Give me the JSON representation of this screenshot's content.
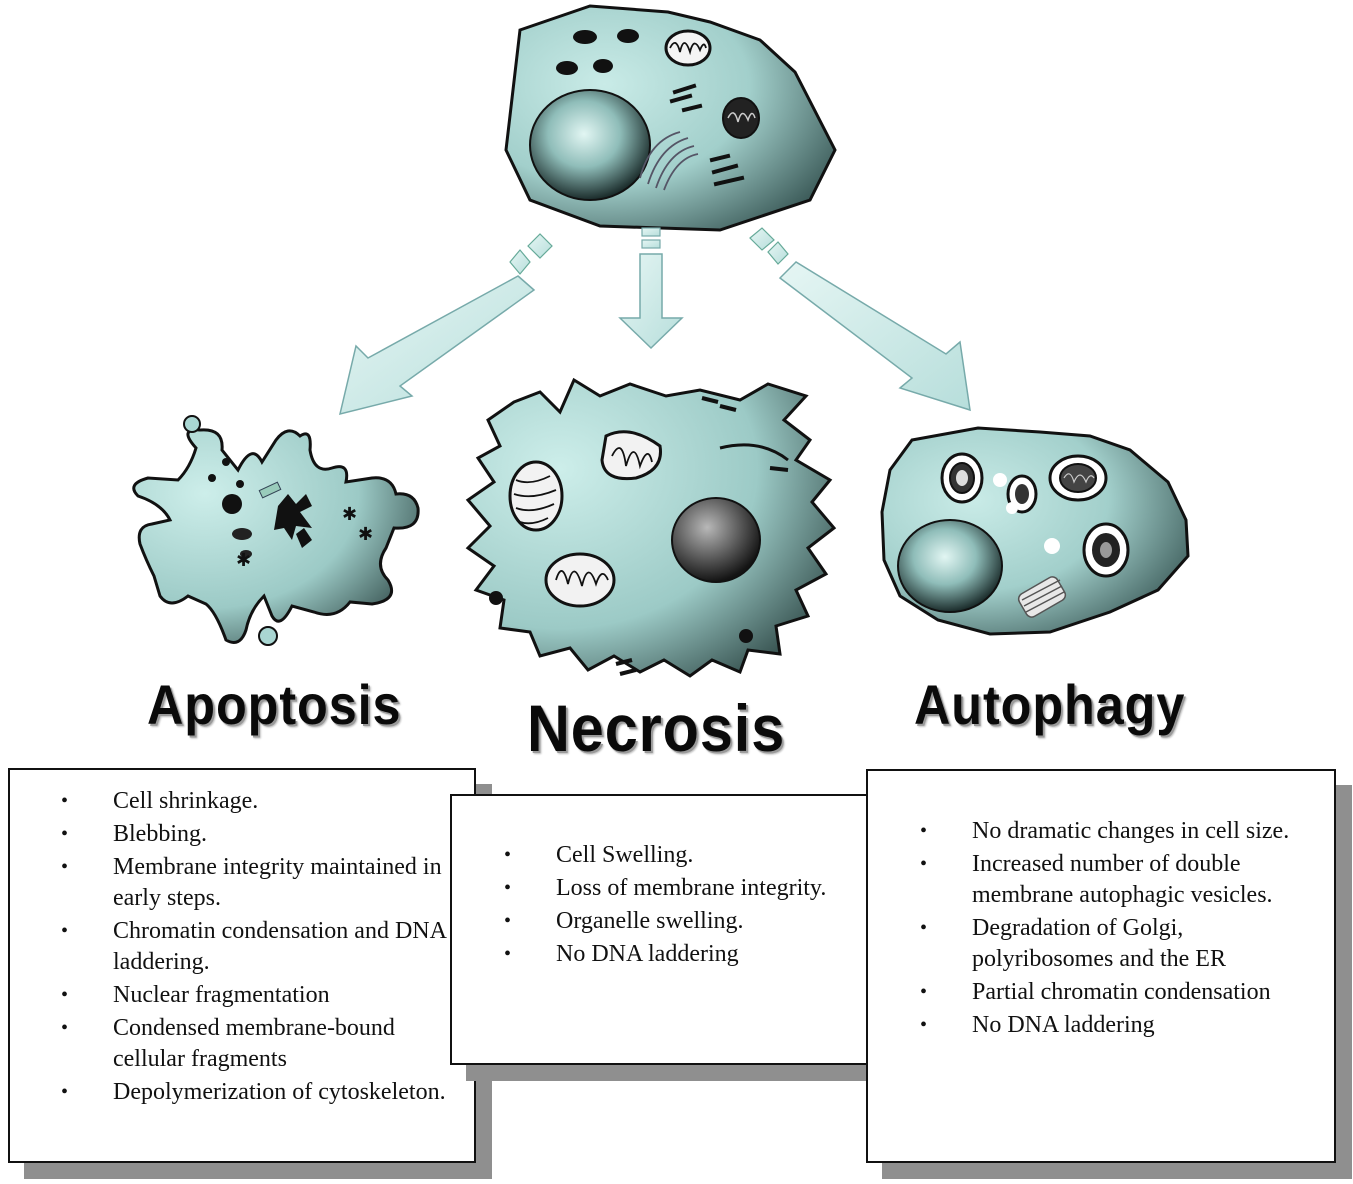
{
  "diagram": {
    "nodes": {
      "apoptosis": {
        "title": "Apoptosis",
        "features": [
          "Cell shrinkage.",
          "Blebbing.",
          "Membrane integrity maintained in early steps.",
          "Chromatin condensation and DNA laddering.",
          "Nuclear fragmentation",
          "Condensed membrane-bound cellular fragments",
          "Depolymerization of cytoskeleton."
        ]
      },
      "necrosis": {
        "title": "Necrosis",
        "features": [
          "Cell Swelling.",
          "Loss of membrane integrity.",
          "Organelle swelling.",
          "No DNA laddering"
        ]
      },
      "autophagy": {
        "title": "Autophagy",
        "features": [
          "No dramatic changes in cell size.",
          "Increased number of double membrane autophagic vesicles.",
          "Degradation of Golgi, polyribosomes and the ER",
          "Partial chromatin condensation",
          "No DNA laddering"
        ]
      }
    },
    "edges": [
      {
        "from": "normal-cell",
        "to": "apoptosis"
      },
      {
        "from": "normal-cell",
        "to": "necrosis"
      },
      {
        "from": "normal-cell",
        "to": "autophagy"
      }
    ],
    "bullet_symbol": "•",
    "colors": {
      "cell_fill": "#a9d6d2",
      "cell_dark": "#3f5f5d",
      "nucleus_light": "#d6f2ee",
      "nucleus_dark": "#1e3130",
      "arrow_fill": "#c7e8e5",
      "outline": "#111111",
      "box_shadow": "#8f8f8f"
    }
  }
}
